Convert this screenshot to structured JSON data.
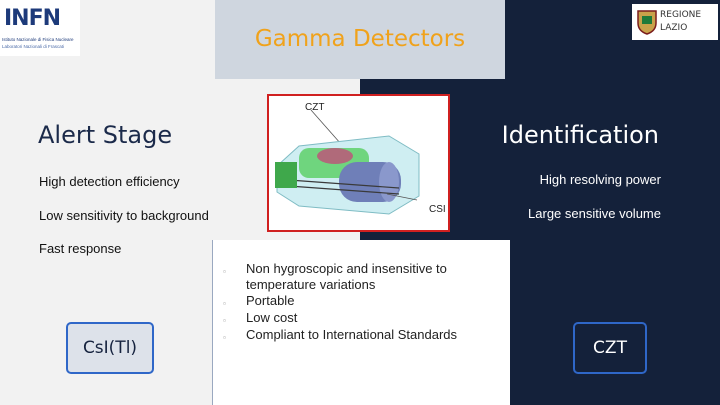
{
  "slide_title": "Gamma Detectors",
  "logos": {
    "infn_mark": "INFN",
    "infn_line1": "Istituto Nazionale di Fisica Nucleare",
    "infn_line2": "Laboratori Nazionali di Frascati",
    "region_line1": "REGIONE",
    "region_line2": "LAZIO"
  },
  "left": {
    "heading": "Alert Stage",
    "items": [
      "High detection efficiency",
      "Low sensitivity to background",
      "Fast response"
    ],
    "badge": "CsI(Tl)"
  },
  "right": {
    "heading": "Identification",
    "items": [
      "High resolving power",
      "Large sensitive volume"
    ],
    "badge": "CZT"
  },
  "detector_image": {
    "label_top": "CZT",
    "label_bottom": "CSI"
  },
  "common": [
    "Non hygroscopic and insensitive to temperature variations",
    "Portable",
    "Low cost",
    "Compliant to International Standards"
  ],
  "colors": {
    "title": "#f0a21b",
    "dark_bg": "#14213a",
    "light_bg": "#f2f2f2",
    "badge_border": "#2f67c8",
    "image_border": "#d02020"
  }
}
